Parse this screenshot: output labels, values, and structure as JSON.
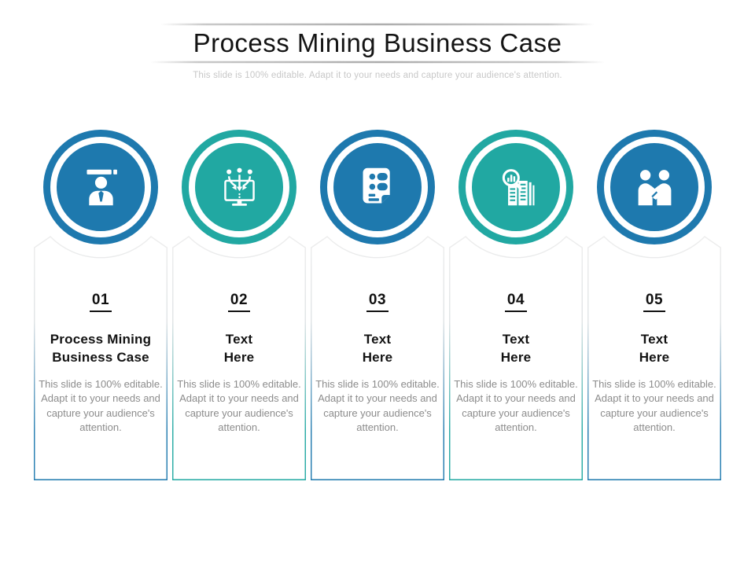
{
  "header": {
    "title": "Process Mining Business Case",
    "subtitle": "This slide is 100% editable. Adapt it to your needs and capture your audience's attention."
  },
  "colors": {
    "blue": "#1E79AE",
    "teal": "#21A8A2"
  },
  "steps": [
    {
      "number": "01",
      "title": "Process Mining\nBusiness Case",
      "description": "This slide is 100% editable. Adapt it to your needs and capture your audience's attention.",
      "accent": "blue",
      "icon": "manager-person-icon"
    },
    {
      "number": "02",
      "title": "Text\nHere",
      "description": "This slide is 100% editable. Adapt it to your needs and capture your audience's attention.",
      "accent": "teal",
      "icon": "data-to-computer-icon"
    },
    {
      "number": "03",
      "title": "Text\nHere",
      "description": "This slide is 100% editable. Adapt it to your needs and capture your audience's attention.",
      "accent": "blue",
      "icon": "checklist-document-icon"
    },
    {
      "number": "04",
      "title": "Text\nHere",
      "description": "This slide is 100% editable. Adapt it to your needs and capture your audience's attention.",
      "accent": "teal",
      "icon": "business-analysis-icon"
    },
    {
      "number": "05",
      "title": "Text\nHere",
      "description": "This slide is 100% editable. Adapt it to your needs and capture your audience's attention.",
      "accent": "blue",
      "icon": "handshake-icon"
    }
  ]
}
